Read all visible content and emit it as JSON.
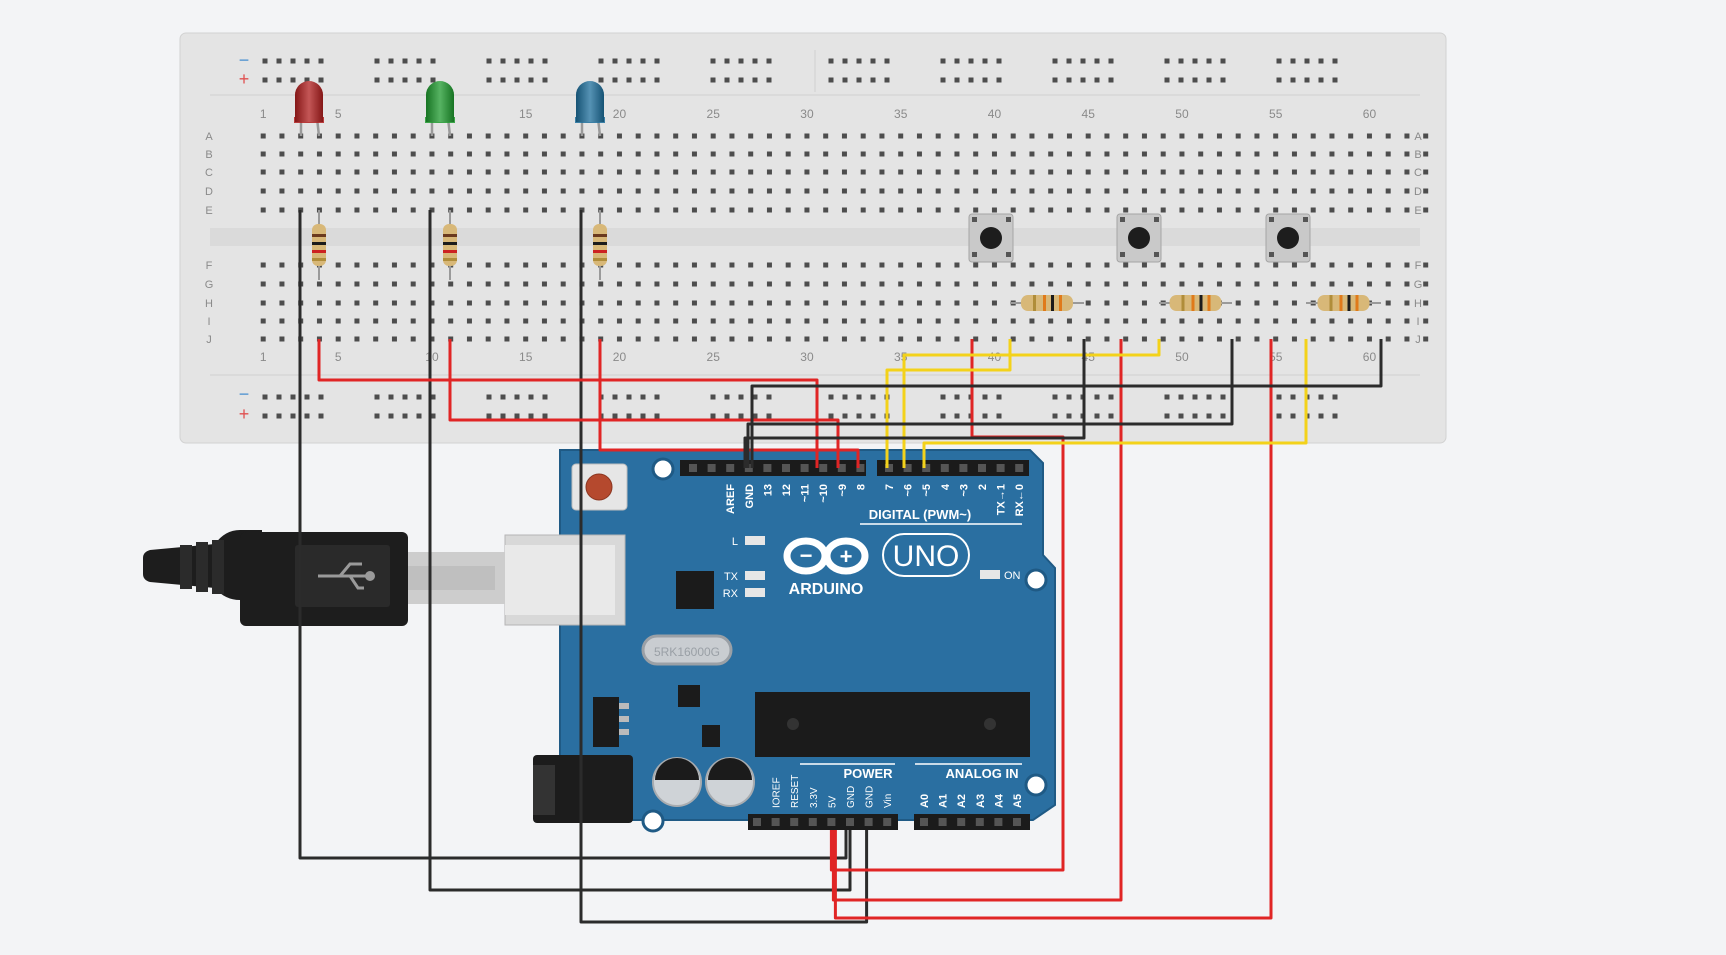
{
  "breadboard": {
    "col_labels": [
      "1",
      "5",
      "10",
      "15",
      "20",
      "25",
      "30",
      "35",
      "40",
      "45",
      "50",
      "55",
      "60"
    ],
    "row_labels_top": [
      "A",
      "B",
      "C",
      "D",
      "E"
    ],
    "row_labels_bottom": [
      "F",
      "G",
      "H",
      "I",
      "J"
    ],
    "rail_minus": "−",
    "rail_plus": "+"
  },
  "components": {
    "leds": [
      {
        "name": "red-led",
        "color": "#b01e1e"
      },
      {
        "name": "green-led",
        "color": "#1e9a2e"
      },
      {
        "name": "blue-led",
        "color": "#1d6e9b"
      }
    ],
    "buttons": [
      "button-1",
      "button-2",
      "button-3"
    ]
  },
  "arduino": {
    "brand": "ARDUINO",
    "model": "UNO",
    "digital_header_label": "DIGITAL (PWM~)",
    "digital_pins": [
      "AREF",
      "GND",
      "13",
      "12",
      "~11",
      "~10",
      "~9",
      "8",
      "7",
      "~6",
      "~5",
      "4",
      "~3",
      "2",
      "TX→1",
      "RX←0"
    ],
    "power_label": "POWER",
    "power_pins": [
      "IOREF",
      "RESET",
      "3.3V",
      "5V",
      "GND",
      "GND",
      "Vin"
    ],
    "analog_label": "ANALOG IN",
    "analog_pins": [
      "A0",
      "A1",
      "A2",
      "A3",
      "A4",
      "A5"
    ],
    "led_labels": [
      "L",
      "TX",
      "RX",
      "ON"
    ],
    "crystal_label": "5RK16000G"
  },
  "colors": {
    "wire_red": "#e02525",
    "wire_black": "#2b2b2b",
    "wire_yellow": "#f3d21a",
    "board_blue": "#2a6fa1",
    "breadboard": "#e4e4e4"
  }
}
